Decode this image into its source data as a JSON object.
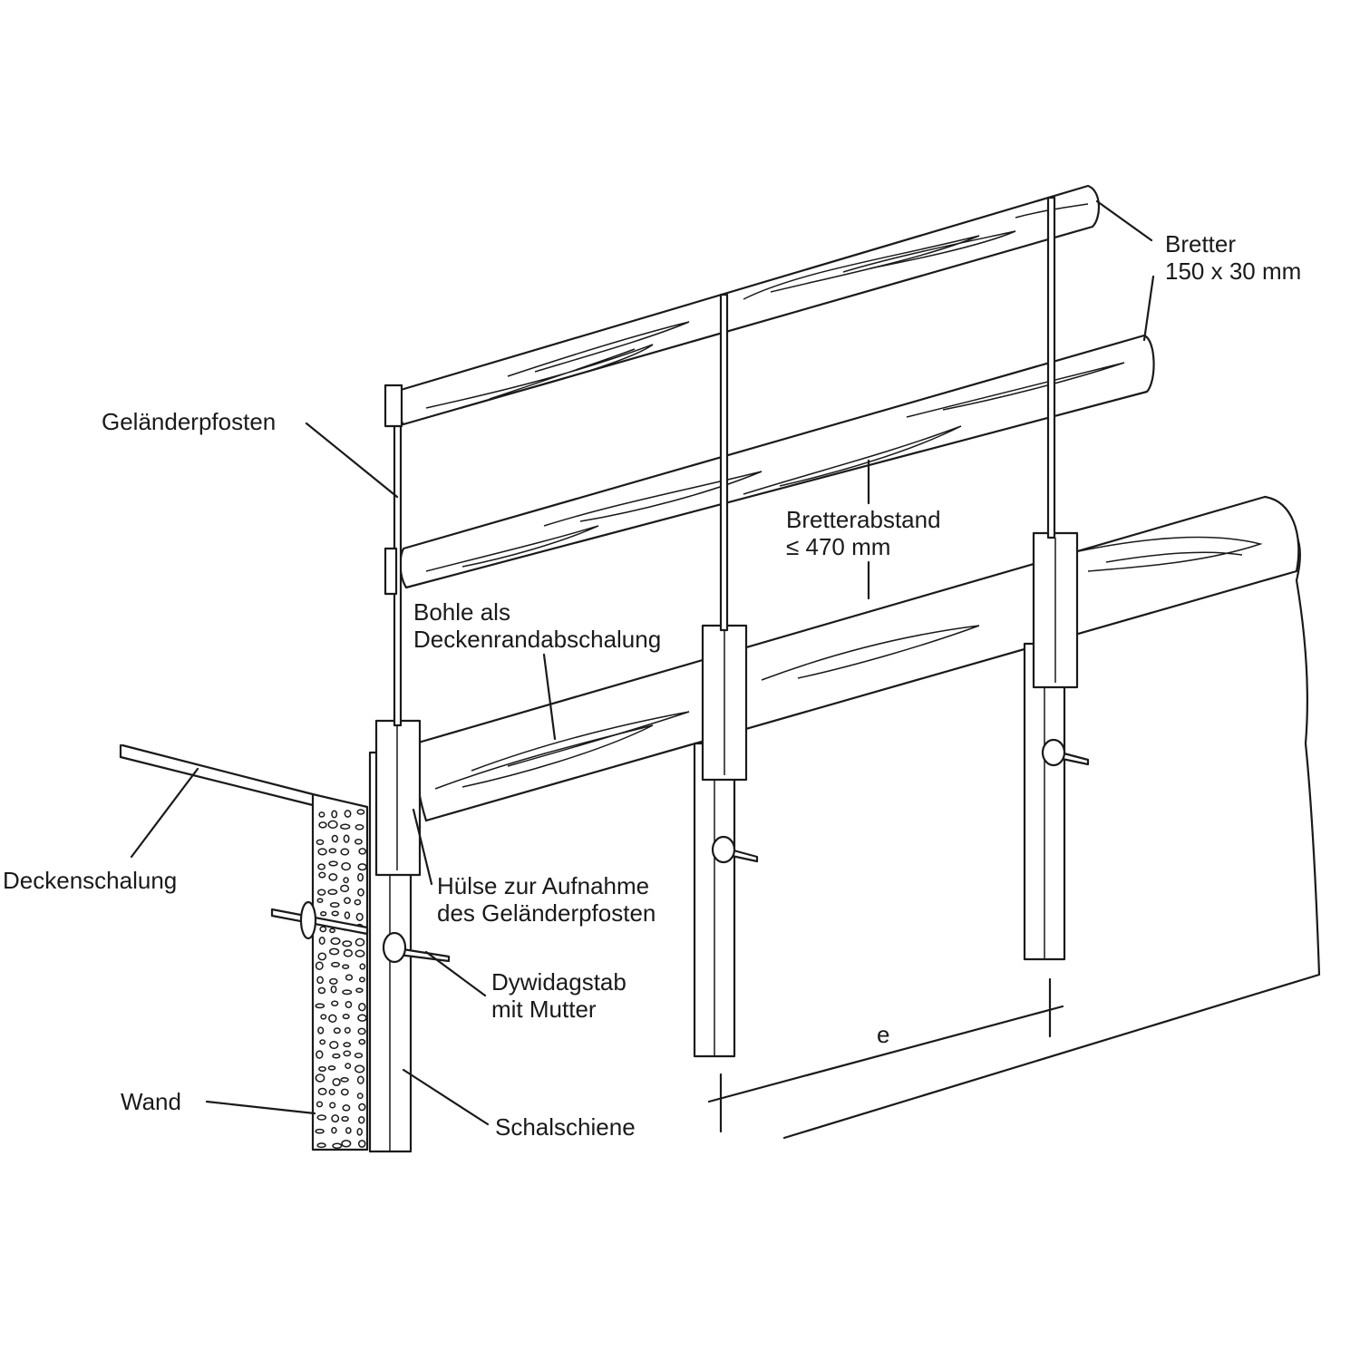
{
  "labels": {
    "bretter_line1": "Bretter",
    "bretter_line2": "150 x 30 mm",
    "gelaenderpfosten": "Geländerpfosten",
    "bretterabstand_line1": "Bretterabstand",
    "bretterabstand_line2": "≤ 470 mm",
    "bohle_line1": "Bohle als",
    "bohle_line2": "Deckenrandabschalung",
    "deckenschalung": "Deckenschalung",
    "huelse_line1": "Hülse zur Aufnahme",
    "huelse_line2": "des Geländerpfosten",
    "dywidag_line1": "Dywidagstab",
    "dywidag_line2": "mit Mutter",
    "wand": "Wand",
    "schalschiene": "Schalschiene",
    "spacing": "e"
  },
  "colors": {
    "line": "#1a1a1a",
    "background": "#ffffff"
  }
}
